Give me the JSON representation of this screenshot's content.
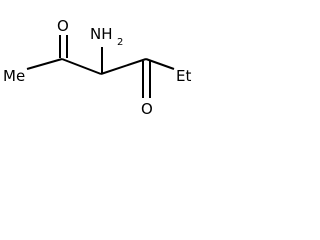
{
  "molecule": {
    "labels": {
      "methyl": "Me",
      "ethyl": "Et",
      "amine_main": "NH",
      "amine_subscript": "2",
      "oxygen_left": "O",
      "oxygen_right": "O"
    }
  }
}
